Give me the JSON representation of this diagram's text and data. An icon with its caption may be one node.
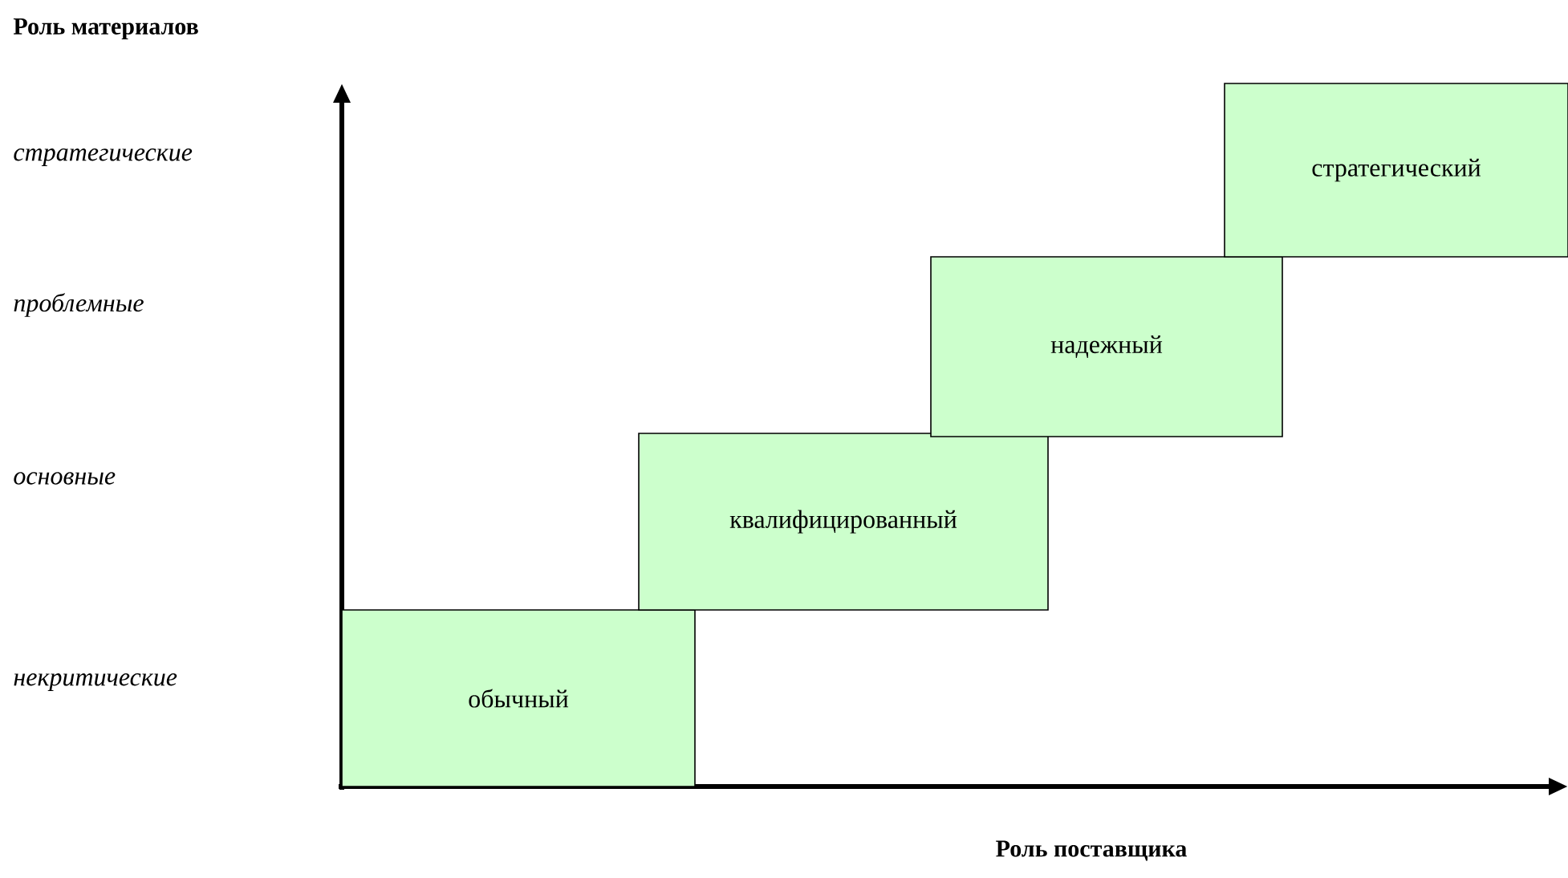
{
  "diagram": {
    "nodes": [
      {
        "text": [
          "обычный"
        ]
      },
      {
        "text": [
          "квалифицированный"
        ]
      },
      {
        "text": [
          "надежный"
        ]
      },
      {
        "text": [
          "стратегический"
        ]
      }
    ],
    "edges": [],
    "labels": [
      "Роль материалов",
      "стратегические",
      "проблемные",
      "основные",
      "некритические",
      "Роль поставщика"
    ]
  }
}
